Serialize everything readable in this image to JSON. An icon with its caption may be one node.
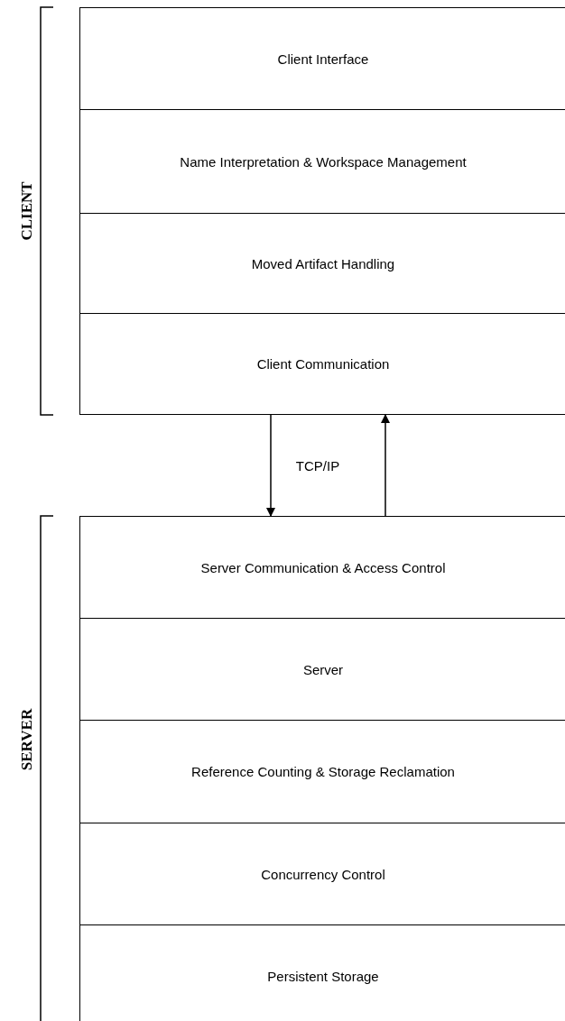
{
  "diagram": {
    "nodes": [
      {
        "text": [
          "Client Interface"
        ]
      },
      {
        "text": [
          "Name Interpretation & Workspace Management"
        ]
      },
      {
        "text": [
          "Moved Artifact Handling"
        ]
      },
      {
        "text": [
          "Client Communication"
        ]
      },
      {
        "text": [
          "Server Communication & Access Control"
        ]
      },
      {
        "text": [
          "Server"
        ]
      },
      {
        "text": [
          "Reference Counting & Storage Reclamation"
        ]
      },
      {
        "text": [
          "Concurrency Control"
        ]
      },
      {
        "text": [
          "Persistent Storage"
        ]
      }
    ],
    "edges": [
      {
        "from": 3,
        "to": 4,
        "arrow": "to"
      },
      {
        "from": 4,
        "to": 3,
        "arrow": "to"
      }
    ],
    "labels": [
      "CLIENT",
      "TCP/IP",
      "SERVER"
    ]
  }
}
